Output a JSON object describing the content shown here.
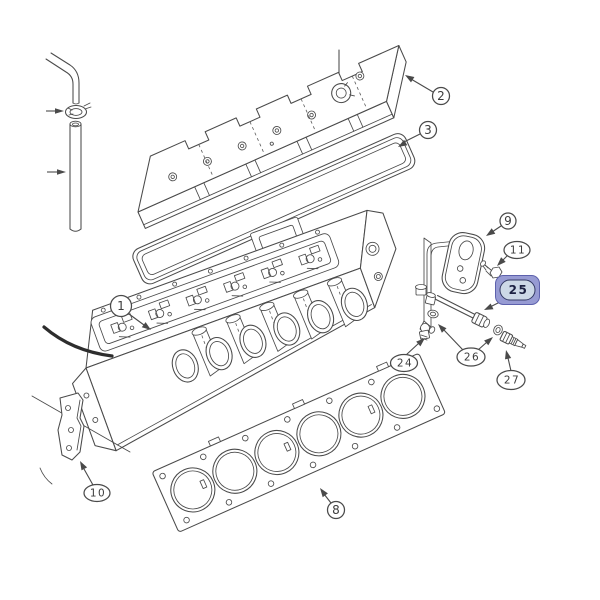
{
  "figure": {
    "background": "#ffffff",
    "line_color": "#4a4a4a"
  },
  "highlight": {
    "outer_fill": "#979bd3",
    "outer_stroke": "#5d61ad",
    "inner_fill": "#ccd8e6",
    "inner_stroke": "#343a64",
    "text_color": "#1c2142"
  },
  "callouts": [
    {
      "id": "1",
      "label": "1"
    },
    {
      "id": "2",
      "label": "2"
    },
    {
      "id": "3",
      "label": "3"
    },
    {
      "id": "8",
      "label": "8"
    },
    {
      "id": "9",
      "label": "9"
    },
    {
      "id": "10",
      "label": "10"
    },
    {
      "id": "11",
      "label": "11"
    },
    {
      "id": "24",
      "label": "24"
    },
    {
      "id": "25",
      "label": "25",
      "highlighted": true
    },
    {
      "id": "26",
      "label": "26"
    },
    {
      "id": "27",
      "label": "27"
    }
  ]
}
